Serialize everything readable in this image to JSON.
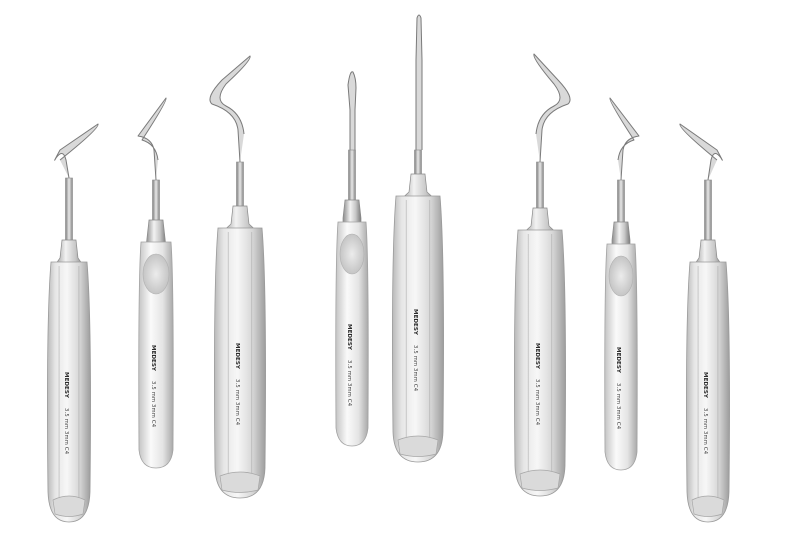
{
  "scene": {
    "background": "#ffffff",
    "description_alt": "",
    "colors": {
      "steel_light": "#f4f4f4",
      "steel_mid": "#cfcfcf",
      "steel_dark": "#8e8e8e",
      "engraving": "#3a3a3a"
    }
  },
  "instruments": [
    {
      "id": "elevator-1",
      "tip": "curved-left",
      "handle": "octagonal",
      "brand": "MEDESY",
      "engraving": "3.5 mm 3mm C4"
    },
    {
      "id": "elevator-2",
      "tip": "curved-left-small",
      "handle": "round-thumb-rest",
      "brand": "MEDESY",
      "engraving": "3.5 mm 3mm C4"
    },
    {
      "id": "elevator-3",
      "tip": "curved-left",
      "handle": "octagonal",
      "brand": "MEDESY",
      "engraving": "3.5 mm 3mm C4"
    },
    {
      "id": "elevator-4",
      "tip": "straight-short",
      "handle": "round-thumb-rest",
      "brand": "MEDESY",
      "engraving": "3.5 mm 3mm C4"
    },
    {
      "id": "elevator-5",
      "tip": "straight-long",
      "handle": "octagonal",
      "brand": "MEDESY",
      "engraving": "3.5 mm 3mm C4"
    },
    {
      "id": "elevator-6",
      "tip": "curved-right",
      "handle": "octagonal",
      "brand": "MEDESY",
      "engraving": "3.5 mm 3mm C4"
    },
    {
      "id": "elevator-7",
      "tip": "curved-right-small",
      "handle": "round-thumb-rest",
      "brand": "MEDESY",
      "engraving": "3.5 mm 3mm C4"
    },
    {
      "id": "elevator-8",
      "tip": "curved-right",
      "handle": "octagonal",
      "brand": "MEDESY",
      "engraving": "3.5 mm 3mm C4"
    }
  ]
}
